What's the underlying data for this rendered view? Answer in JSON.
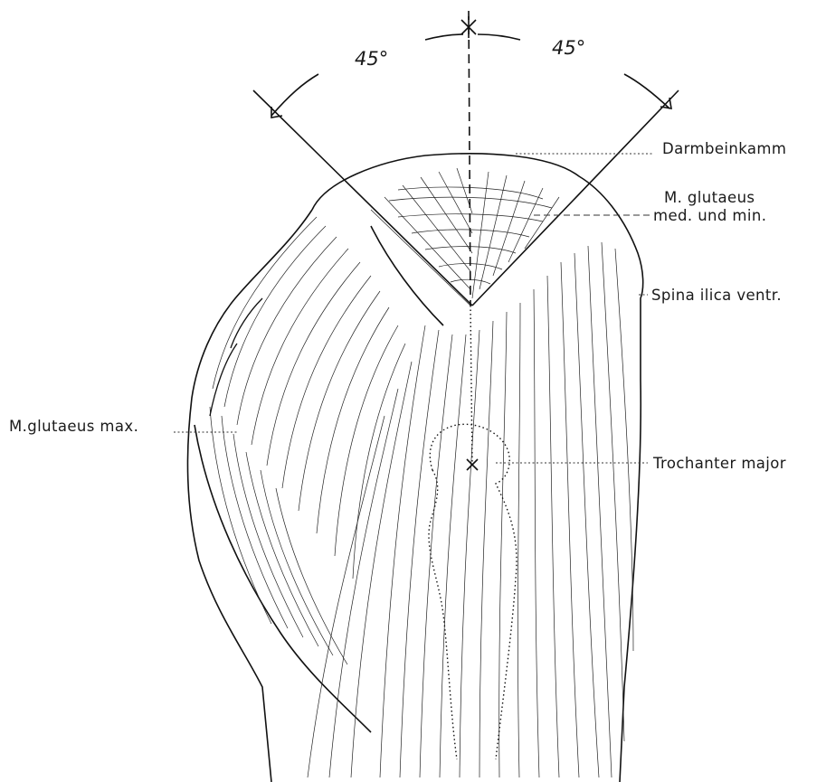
{
  "figure": {
    "angle_left": "45°",
    "angle_right": "45°",
    "labels": {
      "darmbeinkamm": "Darmbeinkamm",
      "glutaeus_med_line1": "M. glutaeus",
      "glutaeus_med_line2": "med. und min.",
      "spina": "Spina ilica ventr.",
      "glutaeus_max": "M.glutaeus max.",
      "trochanter": "Trochanter major"
    }
  }
}
